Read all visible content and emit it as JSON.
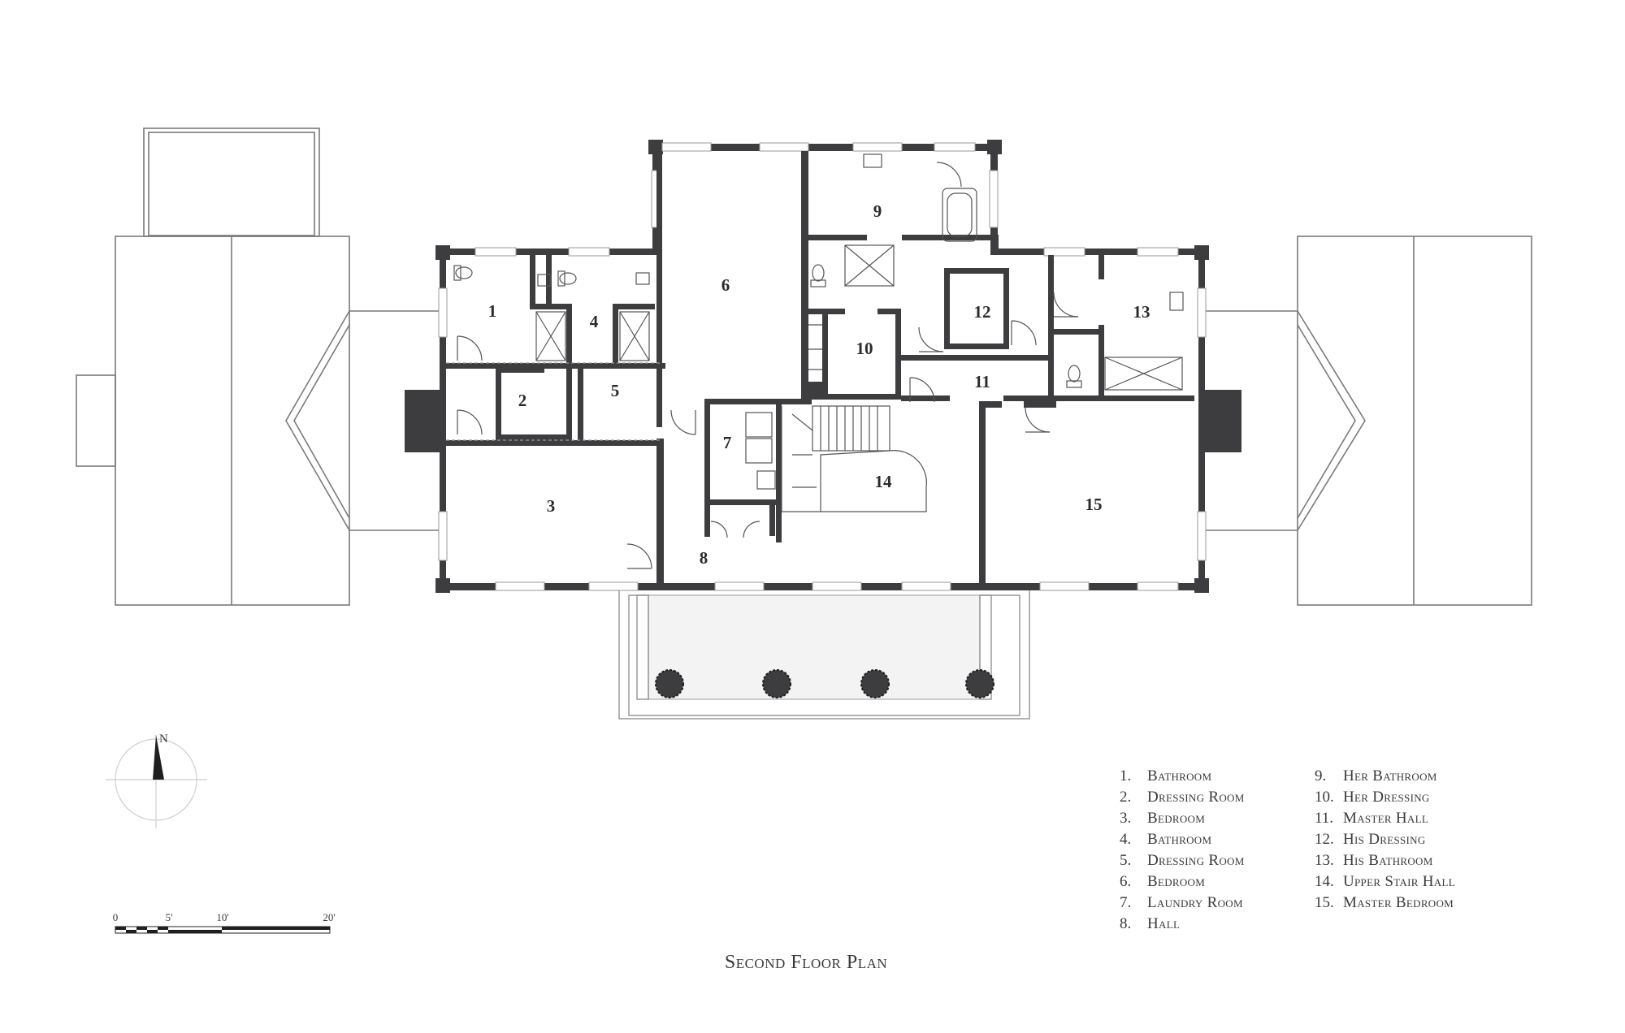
{
  "title": "Second Floor Plan",
  "north_label": "N",
  "scale_labels": [
    "0",
    "5'",
    "10'",
    "20'"
  ],
  "rooms": [
    {
      "num": "1"
    },
    {
      "num": "2"
    },
    {
      "num": "3"
    },
    {
      "num": "4"
    },
    {
      "num": "5"
    },
    {
      "num": "6"
    },
    {
      "num": "7"
    },
    {
      "num": "8"
    },
    {
      "num": "9"
    },
    {
      "num": "10"
    },
    {
      "num": "11"
    },
    {
      "num": "12"
    },
    {
      "num": "13"
    },
    {
      "num": "14"
    },
    {
      "num": "15"
    }
  ],
  "legend": [
    {
      "num": "1.",
      "label": "Bathroom"
    },
    {
      "num": "2.",
      "label": "Dressing Room"
    },
    {
      "num": "3.",
      "label": "Bedroom"
    },
    {
      "num": "4.",
      "label": "Bathroom"
    },
    {
      "num": "5.",
      "label": "Dressing Room"
    },
    {
      "num": "6.",
      "label": "Bedroom"
    },
    {
      "num": "7.",
      "label": "Laundry Room"
    },
    {
      "num": "8.",
      "label": "Hall"
    },
    {
      "num": "9.",
      "label": "Her Bathroom"
    },
    {
      "num": "10.",
      "label": "Her Dressing"
    },
    {
      "num": "11.",
      "label": "Master Hall"
    },
    {
      "num": "12.",
      "label": "His Dressing"
    },
    {
      "num": "13.",
      "label": "His Bathroom"
    },
    {
      "num": "14.",
      "label": "Upper Stair Hall"
    },
    {
      "num": "15.",
      "label": "Master Bedroom"
    }
  ],
  "colors": {
    "wall": "#3d3d3f",
    "line": "#8a8a8a",
    "text": "#3a3a3a"
  }
}
